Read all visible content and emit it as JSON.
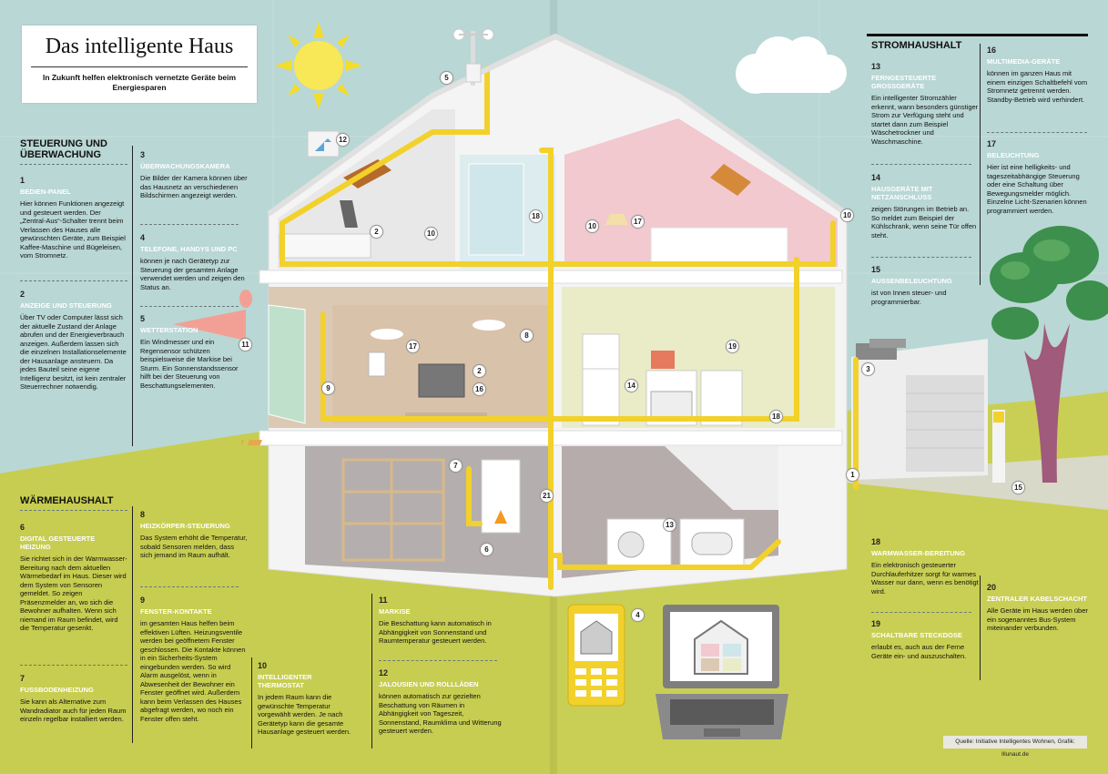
{
  "title": "Das intelligente Haus",
  "subtitle": "In Zukunft helfen elektronisch vernetzte Geräte beim Energiesparen",
  "source": "Quelle: Initiative Intelligentes Wohnen, Grafik: Illunaut.de",
  "colors": {
    "sky": "#b9d7d4",
    "lawn": "#c9cf54",
    "wall": "#efefef",
    "pipe": "#f2d12b",
    "living_room": "#dcc9b4",
    "bedroom": "#f1c9cf",
    "kitchen": "#e9ecc6",
    "basement": "#b5aeae"
  },
  "sections": {
    "steuerung": "STEUERUNG UND ÜBERWACHUNG",
    "waerme": "WÄRMEHAUSHALT",
    "strom": "STROMHAUSHALT"
  },
  "items": {
    "1": {
      "num": "1",
      "head": "BEDIEN-PANEL",
      "text": "Hier können Funktionen angezeigt und gesteuert werden. Der „Zentral-Aus“-Schalter trennt beim Verlassen des Hauses alle gewünschten Geräte, zum Beispiel Kaffee-Maschine und Bügeleisen, vom Stromnetz."
    },
    "2": {
      "num": "2",
      "head": "ANZEIGE UND STEUERUNG",
      "text": "Über TV oder Computer lässt sich der aktuelle Zustand der Anlage abrufen und der Energieverbrauch anzeigen. Außerdem lassen sich die einzelnen Installationselemente der Hausanlage ansteuern. Da jedes Bauteil seine eigene Intelligenz besitzt, ist kein zentraler Steuerrechner notwendig."
    },
    "3": {
      "num": "3",
      "head": "ÜBERWACHUNGSKAMERA",
      "text": "Die Bilder der Kamera können über das Hausnetz an verschiedenen Bildschirmen angezeigt werden."
    },
    "4": {
      "num": "4",
      "head": "TELEFONE, HANDYS UND PC",
      "text": "können je nach Gerätetyp zur Steuerung der gesamten Anlage verwendet werden und zeigen den Status an."
    },
    "5": {
      "num": "5",
      "head": "WETTERSTATION",
      "text": "Ein Windmesser und ein Regensensor schützen beispielsweise die Markise bei Sturm. Ein Sonnenstandssensor hilft bei der Steuerung von Beschattungselementen."
    },
    "6": {
      "num": "6",
      "head": "DIGITAL GESTEUERTE HEIZUNG",
      "text": "Sie richtet sich in der Warmwasser-Bereitung nach dem aktuellen Wärmebedarf im Haus. Dieser wird dem System von Sensoren gemeldet. So zeigen Präsenzmelder an, wo sich die Bewohner aufhalten. Wenn sich niemand im Raum befindet, wird die Temperatur gesenkt."
    },
    "7": {
      "num": "7",
      "head": "FUSSBODENHEIZUNG",
      "text": "Sie kann als Alternative zum Wandradiator auch für jeden Raum einzeln regelbar installiert werden."
    },
    "8": {
      "num": "8",
      "head": "HEIZKÖRPER-STEUERUNG",
      "text": "Das System erhöht die Temperatur, sobald Sensoren melden, dass sich jemand im Raum aufhält."
    },
    "9": {
      "num": "9",
      "head": "FENSTER-KONTAKTE",
      "text": "im gesamten Haus helfen beim effektiven Lüften. Heizungsventile werden bei geöffnetem Fenster geschlossen. Die Kontakte können in ein Sicherheits-System eingebunden werden. So wird Alarm ausgelöst, wenn in Abwesenheit der Bewohner ein Fenster geöffnet wird. Außerdem kann beim Verlassen des Hauses abgefragt werden, wo noch ein Fenster offen steht."
    },
    "10": {
      "num": "10",
      "head": "INTELLIGENTER THERMOSTAT",
      "text": "In jedem Raum kann die gewünschte Temperatur vorgewählt werden. Je nach Gerätetyp kann die gesamte Hausanlage gesteuert werden."
    },
    "11": {
      "num": "11",
      "head": "MARKISE",
      "text": "Die Beschattung kann automatisch in Abhängigkeit von Sonnenstand und Raumtemperatur gesteuert werden."
    },
    "12": {
      "num": "12",
      "head": "JALOUSIEN UND ROLLLÄDEN",
      "text": "können automatisch zur gezielten Beschattung von Räumen in Abhängigkeit von Tageszeit, Sonnenstand, Raumklima und Witterung gesteuert werden."
    },
    "13": {
      "num": "13",
      "head": "FERNGESTEUERTE GROSSGERÄTE",
      "text": "Ein intelligenter Stromzähler erkennt, wann besonders günstiger Strom zur Verfügung steht und startet dann zum Beispiel Wäschetrockner und Waschmaschine."
    },
    "14": {
      "num": "14",
      "head": "HAUSGERÄTE MIT NETZANSCHLUSS",
      "text": "zeigen Störungen im Betrieb an. So meldet zum Beispiel der Kühlschrank, wenn seine Tür offen steht."
    },
    "15": {
      "num": "15",
      "head": "AUSSENBELEUCHTUNG",
      "text": "ist von Innen steuer- und programmierbar."
    },
    "16": {
      "num": "16",
      "head": "MULTIMEDIA-GERÄTE",
      "text": "können im ganzen Haus mit einem einzigen Schaltbefehl vom Stromnetz getrennt werden. Standby-Betrieb wird verhindert."
    },
    "17": {
      "num": "17",
      "head": "BELEUCHTUNG",
      "text": "Hier ist eine helligkeits- und tageszeitabhängige Steuerung oder eine Schaltung über Bewegungsmelder möglich. Einzelne Licht-Szenarien können programmiert werden."
    },
    "18": {
      "num": "18",
      "head": "WARMWASSER-BEREITUNG",
      "text": "Ein elektronisch gesteuerter Durchlauferhitzer sorgt für warmes Wasser nur dann, wenn es benötigt wird."
    },
    "19": {
      "num": "19",
      "head": "SCHALTBARE STECKDOSE",
      "text": "erlaubt es, auch aus der Ferne Geräte ein- und auszuschalten."
    },
    "20": {
      "num": "20",
      "head": "ZENTRALER KABELSCHACHT",
      "text": "Alle Geräte im Haus werden über ein sogenanntes Bus-System miteinander verbunden."
    }
  },
  "markers": {
    "m1": "1",
    "m2a": "2",
    "m2b": "2",
    "m3": "3",
    "m4": "4",
    "m5": "5",
    "m6": "6",
    "m7": "7",
    "m8": "8",
    "m9": "9",
    "m10a": "10",
    "m10b": "10",
    "m10c": "10",
    "m11": "11",
    "m12": "12",
    "m13": "13",
    "m14": "14",
    "m15": "15",
    "m16": "16",
    "m17a": "17",
    "m17b": "17",
    "m18a": "18",
    "m18b": "18",
    "m19": "19",
    "m21": "21"
  }
}
